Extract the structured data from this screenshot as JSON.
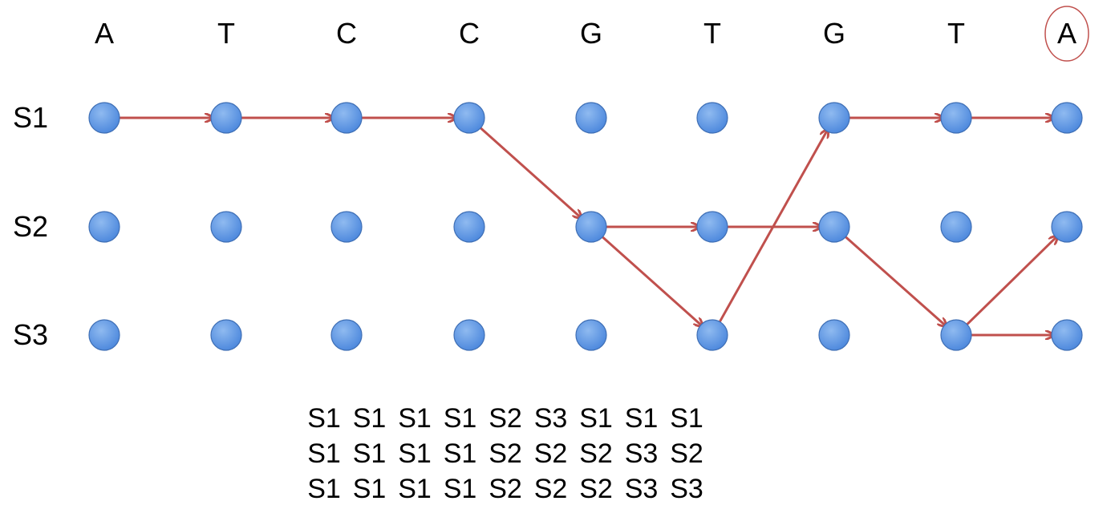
{
  "sequence": [
    "A",
    "T",
    "C",
    "C",
    "G",
    "T",
    "G",
    "T",
    "A"
  ],
  "highlighted_symbol_index": 8,
  "states": [
    "S1",
    "S2",
    "S3"
  ],
  "transitions": [
    {
      "from_col": 0,
      "from_state": 0,
      "to_col": 1,
      "to_state": 0
    },
    {
      "from_col": 1,
      "from_state": 0,
      "to_col": 2,
      "to_state": 0
    },
    {
      "from_col": 2,
      "from_state": 0,
      "to_col": 3,
      "to_state": 0
    },
    {
      "from_col": 3,
      "from_state": 0,
      "to_col": 4,
      "to_state": 1
    },
    {
      "from_col": 4,
      "from_state": 1,
      "to_col": 5,
      "to_state": 1
    },
    {
      "from_col": 4,
      "from_state": 1,
      "to_col": 5,
      "to_state": 2
    },
    {
      "from_col": 5,
      "from_state": 2,
      "to_col": 6,
      "to_state": 0
    },
    {
      "from_col": 5,
      "from_state": 1,
      "to_col": 6,
      "to_state": 1
    },
    {
      "from_col": 6,
      "from_state": 0,
      "to_col": 7,
      "to_state": 0
    },
    {
      "from_col": 6,
      "from_state": 1,
      "to_col": 7,
      "to_state": 2
    },
    {
      "from_col": 7,
      "from_state": 0,
      "to_col": 8,
      "to_state": 0
    },
    {
      "from_col": 7,
      "from_state": 2,
      "to_col": 8,
      "to_state": 1
    },
    {
      "from_col": 7,
      "from_state": 2,
      "to_col": 8,
      "to_state": 2
    }
  ],
  "state_paths": [
    [
      "S1",
      "S1",
      "S1",
      "S1",
      "S2",
      "S3",
      "S1",
      "S1",
      "S1"
    ],
    [
      "S1",
      "S1",
      "S1",
      "S1",
      "S2",
      "S2",
      "S2",
      "S3",
      "S2"
    ],
    [
      "S1",
      "S1",
      "S1",
      "S1",
      "S2",
      "S2",
      "S2",
      "S3",
      "S3"
    ]
  ],
  "colors": {
    "node_fill_light": "#8fbaf0",
    "node_fill_dark": "#4a86dc",
    "node_stroke": "#3f6fb5",
    "arrow": "#c0504d",
    "highlight_ring": "#c0504d",
    "text": "#000000"
  }
}
